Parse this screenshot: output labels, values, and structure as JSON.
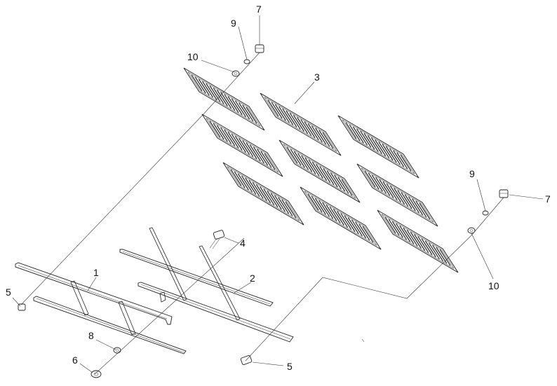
{
  "diagram": {
    "type": "exploded-assembly-drawing",
    "callouts": {
      "c1": "1",
      "c2": "2",
      "c3": "3",
      "c4": "4",
      "c5a": "5",
      "c5b": "5",
      "c6": "6",
      "c7a": "7",
      "c7b": "7",
      "c8": "8",
      "c9a": "9",
      "c9b": "9",
      "c10a": "10",
      "c10b": "10"
    },
    "parts": {
      "grille_panel_count": 9,
      "frame_rails_count": 2
    },
    "colors": {
      "line": "#222222",
      "background": "#ffffff"
    }
  }
}
